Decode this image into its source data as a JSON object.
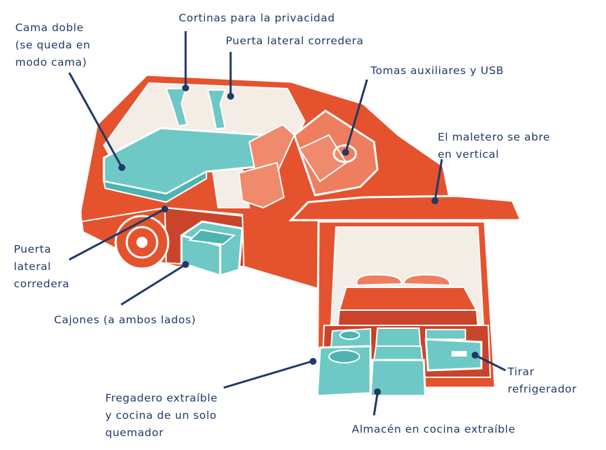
{
  "labels": {
    "cortinas": [
      "Cortinas para la privacidad"
    ],
    "puerta_sup": [
      "Puerta lateral corredera"
    ],
    "cama": [
      "Cama doble",
      "(se queda en",
      "modo cama)"
    ],
    "tomas": [
      "Tomas auxiliares y USB"
    ],
    "maletero": [
      "El maletero se abre",
      "en vertical"
    ],
    "puerta_inf": [
      "Puerta",
      "lateral",
      "corredera"
    ],
    "cajones": [
      "Cajones (a ambos lados)"
    ],
    "fregadero": [
      "Fregadero extraíble",
      "y cocina de un solo",
      "quemador"
    ],
    "tirar": [
      "Tirar",
      "refrigerador"
    ],
    "almacen": [
      "Almacén en cocina extraíble"
    ]
  },
  "colors": {
    "body": "#e4532e",
    "body_dark": "#c9442a",
    "teal": "#6ec9c6",
    "teal_dark": "#4fb3b0",
    "seat": "#f08a6c",
    "interior": "#f5f0ea",
    "leader": "#1f3a66",
    "outline": "#ffffff"
  }
}
